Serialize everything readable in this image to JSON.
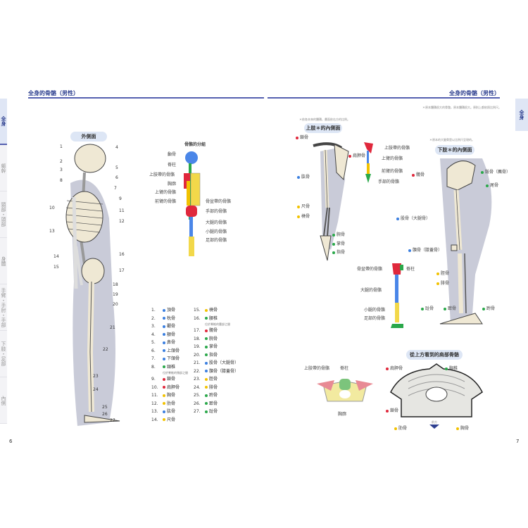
{
  "left_page": {
    "header": "全身的骨骼（男性）",
    "page_number": "6",
    "tabs": [
      "全身",
      "軀幹",
      "頸部・頭部",
      "身體",
      "手臂・手肘・手部",
      "下肢・足部",
      "內側"
    ],
    "lateral_view_title": "外側面",
    "callout_numbers": [
      "1",
      "2",
      "3",
      "8",
      "10",
      "13",
      "14",
      "15",
      "4",
      "5",
      "6",
      "7",
      "9",
      "11",
      "12",
      "16",
      "17",
      "18",
      "19",
      "20",
      "21",
      "22",
      "23",
      "24",
      "25",
      "26",
      "27"
    ],
    "grouping": {
      "title": "骨骼的分組",
      "left_labels": [
        "顱骨",
        "脊柱",
        "上肢帶的骨骼",
        "胸廓",
        "上臂的骨骼",
        "前臂的骨骼"
      ],
      "right_labels": [
        "骨盆帶的骨骼",
        "手部的骨骼",
        "大腿的骨骼",
        "小腿的骨骼",
        "足部的骨骼"
      ]
    },
    "legend": [
      {
        "n": "1.",
        "name": "頂骨",
        "color": "#3b7fe0"
      },
      {
        "n": "2.",
        "name": "枕骨",
        "color": "#3b7fe0"
      },
      {
        "n": "3.",
        "name": "顳骨",
        "color": "#3b7fe0"
      },
      {
        "n": "4.",
        "name": "額骨",
        "color": "#3b7fe0"
      },
      {
        "n": "5.",
        "name": "鼻骨",
        "color": "#3b7fe0"
      },
      {
        "n": "6.",
        "name": "上頜骨",
        "color": "#3b7fe0"
      },
      {
        "n": "7.",
        "name": "下頜骨",
        "color": "#3b7fe0"
      },
      {
        "n": "8.",
        "name": "頸椎",
        "color": "#2aa84a",
        "note": "位於脊椎的頸部之間"
      },
      {
        "n": "9.",
        "name": "鎖骨",
        "color": "#e0283c"
      },
      {
        "n": "10.",
        "name": "肩胛骨",
        "color": "#e0283c"
      },
      {
        "n": "11.",
        "name": "胸骨",
        "color": "#f2c200"
      },
      {
        "n": "12.",
        "name": "肋骨",
        "color": "#f2c200"
      },
      {
        "n": "13.",
        "name": "肱骨",
        "color": "#3b7fe0"
      },
      {
        "n": "14.",
        "name": "尺骨",
        "color": "#f2c200"
      },
      {
        "n": "15.",
        "name": "橈骨",
        "color": "#f2c200"
      },
      {
        "n": "16.",
        "name": "腰椎",
        "color": "#2aa84a",
        "note": "位於脊椎的腰部之間"
      },
      {
        "n": "17.",
        "name": "髖骨",
        "color": "#e0283c"
      },
      {
        "n": "18.",
        "name": "腕骨",
        "color": "#2aa84a"
      },
      {
        "n": "19.",
        "name": "掌骨",
        "color": "#2aa84a"
      },
      {
        "n": "20.",
        "name": "指骨",
        "color": "#2aa84a"
      },
      {
        "n": "21.",
        "name": "股骨（大腿骨）",
        "color": "#3b7fe0"
      },
      {
        "n": "22.",
        "name": "髕骨（膝蓋骨）",
        "color": "#3b7fe0"
      },
      {
        "n": "23.",
        "name": "脛骨",
        "color": "#f2c200"
      },
      {
        "n": "24.",
        "name": "腓骨",
        "color": "#f2c200"
      },
      {
        "n": "25.",
        "name": "跗骨",
        "color": "#2aa84a"
      },
      {
        "n": "26.",
        "name": "蹠骨",
        "color": "#2aa84a"
      },
      {
        "n": "27.",
        "name": "趾骨",
        "color": "#2aa84a"
      }
    ]
  },
  "right_page": {
    "header": "全身的骨骼（男性）",
    "page_number": "7",
    "tab": "全身",
    "top_note": "＊原本體積很大的骨骼，原本體積很大。原則上都依照比例尺。",
    "upper_limb": {
      "note": "＊依各本來的體積，畫面依右方的比例。",
      "title": "上肢＊的內側面",
      "labels": [
        {
          "name": "鎖骨",
          "color": "#e0283c"
        },
        {
          "name": "肩胛骨",
          "color": "#e0283c"
        },
        {
          "name": "肱骨",
          "color": "#3b7fe0"
        },
        {
          "name": "尺骨",
          "color": "#f2c200"
        },
        {
          "name": "橈骨",
          "color": "#f2c200"
        },
        {
          "name": "腕骨",
          "color": "#2aa84a"
        },
        {
          "name": "掌骨",
          "color": "#2aa84a"
        },
        {
          "name": "指骨",
          "color": "#2aa84a"
        }
      ],
      "group_labels": [
        "上肢帶的骨骼",
        "上臂的骨骼",
        "前臂的骨骼",
        "手部的骨骼"
      ]
    },
    "lower_limb": {
      "note": "＊原本的大腿骨是以比例尺呈現的。",
      "title": "下肢＊的內側面",
      "labels": [
        {
          "name": "髖骨",
          "color": "#e0283c"
        },
        {
          "name": "骶骨（薦骨）",
          "color": "#2aa84a"
        },
        {
          "name": "尾骨",
          "color": "#2aa84a"
        },
        {
          "name": "股骨（大腿骨）",
          "color": "#3b7fe0"
        },
        {
          "name": "髕骨（膝蓋骨）",
          "color": "#3b7fe0"
        },
        {
          "name": "脛骨",
          "color": "#f2c200"
        },
        {
          "name": "腓骨",
          "color": "#f2c200"
        },
        {
          "name": "趾骨",
          "color": "#2aa84a"
        },
        {
          "name": "蹠骨",
          "color": "#2aa84a"
        },
        {
          "name": "跗骨",
          "color": "#2aa84a"
        }
      ],
      "group_labels": [
        "骨盆帶的骨骼",
        "脊柱",
        "大腿的骨骼",
        "小腿的骨骼",
        "足部的骨骼"
      ]
    },
    "thorax": {
      "title": "從上方看到的肩部骨骼",
      "small_labels": [
        "上肢帶的骨骼",
        "脊柱",
        "胸廓"
      ],
      "labels": [
        {
          "name": "肩胛骨",
          "color": "#e0283c"
        },
        {
          "name": "胸椎",
          "color": "#2aa84a"
        },
        {
          "name": "鎖骨",
          "color": "#e0283c"
        },
        {
          "name": "肋骨",
          "color": "#f2c200"
        },
        {
          "name": "胸骨",
          "color": "#f2c200"
        }
      ],
      "front_marker": "前方"
    }
  }
}
